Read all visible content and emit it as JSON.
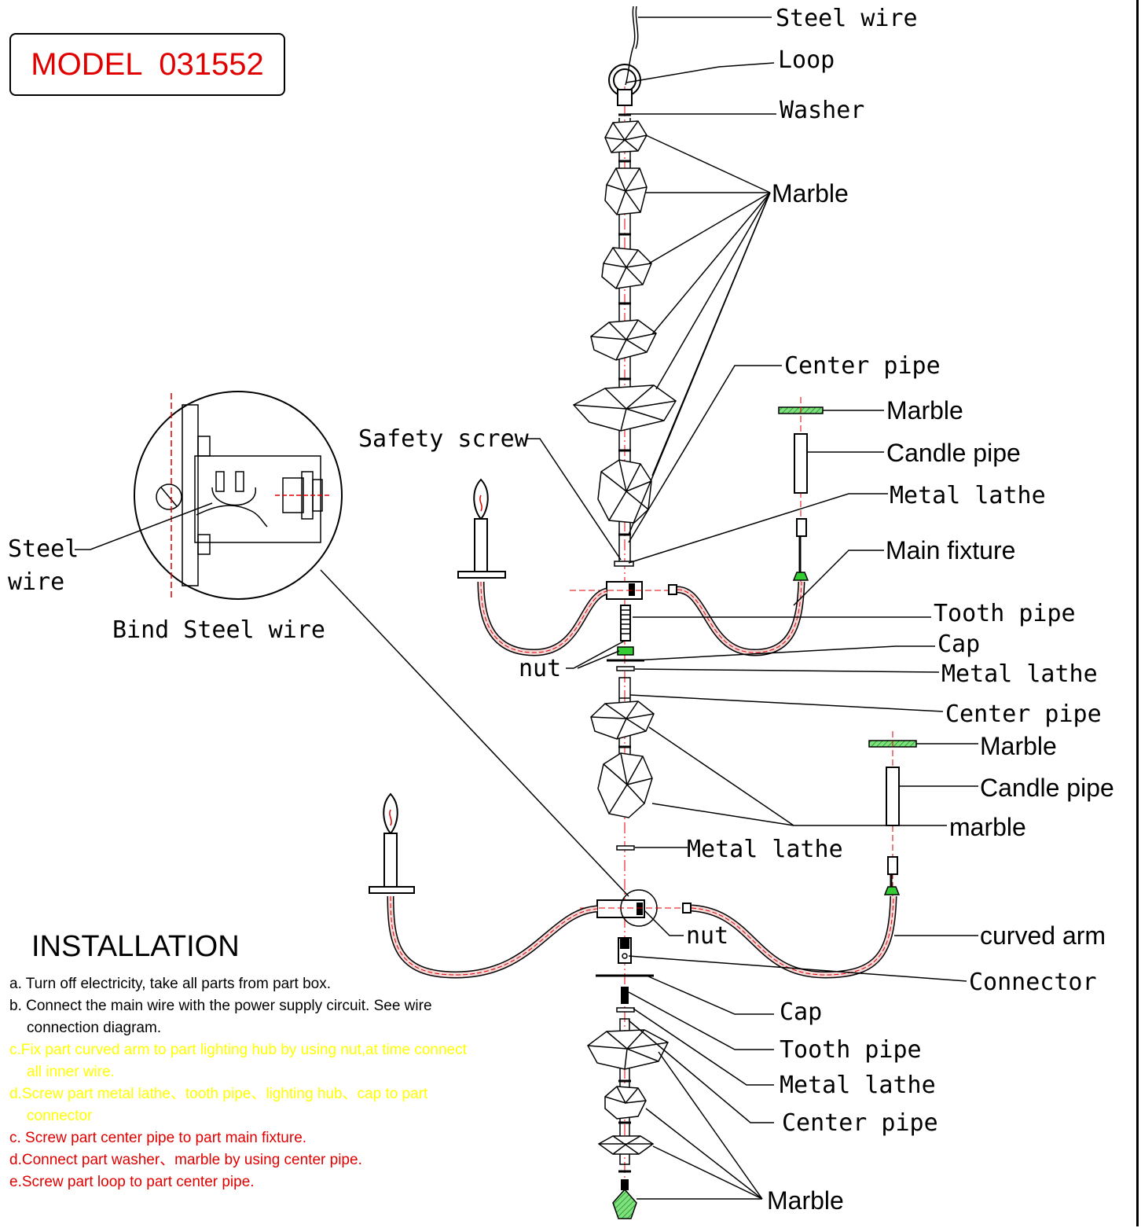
{
  "model": {
    "title": "MODEL  031552"
  },
  "labels": {
    "steel_wire_top": "Steel wire",
    "loop": "Loop",
    "washer": "Washer",
    "marble_1": "Marble",
    "center_pipe_1": "Center pipe",
    "marble_2": "Marble",
    "candle_pipe_1": "Candle pipe",
    "safety_screw": "Safety screw",
    "metal_lathe_1": "Metal lathe",
    "main_fixture": "Main fixture",
    "tooth_pipe_1": "Tooth pipe",
    "cap_1": "Cap",
    "nut_1": "nut",
    "metal_lathe_2": "Metal lathe",
    "center_pipe_2": "Center pipe",
    "marble_3": "Marble",
    "candle_pipe_2": "Candle pipe",
    "marble_lower": "marble",
    "metal_lathe_3": "Metal lathe",
    "nut_2": "nut",
    "curved_arm": "curved arm",
    "connector": "Connector",
    "cap_2": "Cap",
    "tooth_pipe_2": "Tooth pipe",
    "metal_lathe_4": "Metal lathe",
    "center_pipe_3": "Center pipe",
    "marble_bottom": "Marble",
    "steel_wire_detail_1": "Steel",
    "steel_wire_detail_2": "wire",
    "bind_steel_wire": "Bind Steel wire"
  },
  "installation": {
    "title": "INSTALLATION",
    "steps": [
      {
        "text": "a.  Turn off electricity, take all parts from part box.",
        "color": "#000000"
      },
      {
        "text": "b.  Connect the main wire with the power supply circuit. See wire connection diagram.",
        "color": "#000000"
      },
      {
        "text": "c.Fix part curved arm to part lighting hub by using nut,at time connect all inner wire.",
        "color": "#ffff00"
      },
      {
        "text": "d.Screw part metal lathe、tooth pipe、lighting hub、cap to part connector",
        "color": "#ffff00"
      },
      {
        "text": "c.  Screw part center pipe to part main fixture.",
        "color": "#e00000"
      },
      {
        "text": "d.Connect part washer、marble by using center pipe.",
        "color": "#e00000"
      },
      {
        "text": "e.Screw part loop to part center pipe.",
        "color": "#e00000"
      }
    ]
  },
  "colors": {
    "axis": "#e00000",
    "accent_green": "#33cc33",
    "model_red": "#e00000",
    "line": "#000000"
  }
}
